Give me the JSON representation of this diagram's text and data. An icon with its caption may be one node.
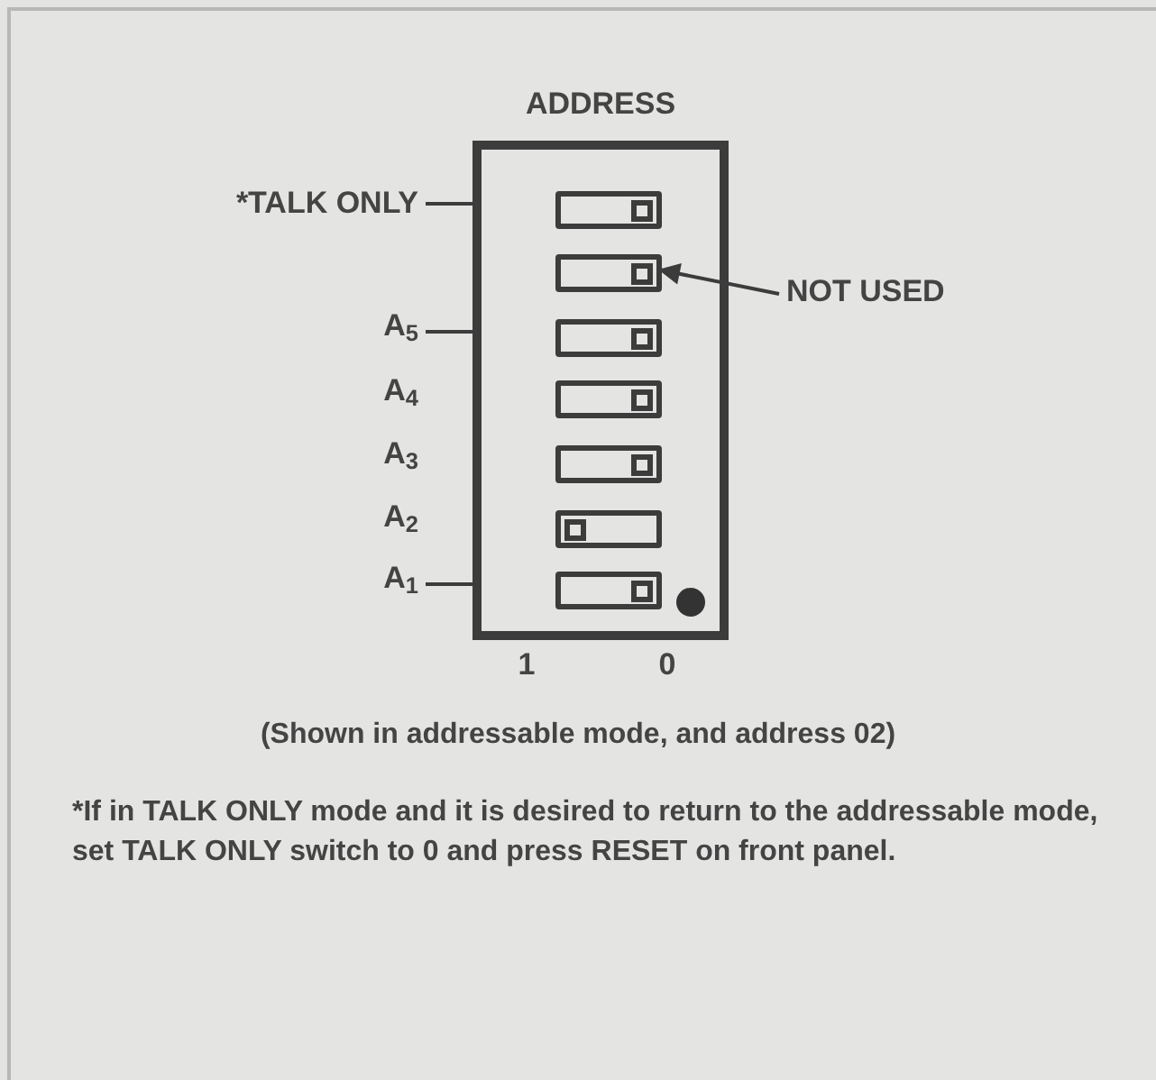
{
  "diagram": {
    "caption": "(Shown in addressable mode, and address 02)",
    "nodes": [
      {
        "text": [
          "ADDRESS"
        ]
      },
      {
        "text": [],
        "shape": "box",
        "in": 0
      },
      {
        "text": [],
        "shape": "box",
        "in": 0
      },
      {
        "text": [],
        "shape": "box",
        "in": 0
      },
      {
        "text": [],
        "shape": "box",
        "in": 0
      },
      {
        "text": [],
        "shape": "box",
        "in": 0
      },
      {
        "text": [],
        "shape": "box",
        "in": 0
      },
      {
        "text": [],
        "shape": "box",
        "in": 0
      },
      {
        "text": [
          "*TALK ONLY"
        ]
      },
      {
        "text": [
          "NOT USED"
        ]
      },
      {
        "text": [
          "A$_{5}$"
        ]
      },
      {
        "text": [
          "A$_{1}$"
        ]
      }
    ],
    "edges": [
      {
        "from": 8,
        "to": 0,
        "arrow": "none"
      },
      {
        "from": 9,
        "to": 2,
        "arrow": "to"
      },
      {
        "from": 10,
        "to": 0,
        "arrow": "none"
      },
      {
        "from": 11,
        "to": 0,
        "arrow": "none"
      }
    ],
    "labels": [
      "A$_{4}$",
      "A$_{3}$",
      "A$_{2}$",
      "1",
      "0",
      "*If in TALK ONLY mode and it is desired to return to the addressable mode, set TALK ONLY switch to 0 and press RESET on front panel."
    ]
  }
}
